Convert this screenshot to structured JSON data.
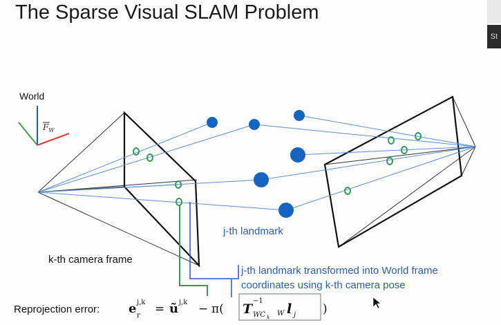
{
  "slide": {
    "title": "The Sparse Visual SLAM Problem",
    "world_label": "World",
    "frame_label": "F",
    "frame_subscript": "W",
    "landmark_label": "j-th landmark",
    "camera_label": "k-th camera frame",
    "transform_note_line1": "j-th landmark transformed into World frame",
    "transform_note_line2": "coordinates using k-th camera pose",
    "reprojection_label": "Reprojection error:",
    "equation": {
      "e": "e",
      "e_sup": "j,k",
      "e_sub": "r",
      "equals": "=",
      "u": "ũ",
      "u_sup": "j,k",
      "minus": "−",
      "pi": "π(",
      "T": "T",
      "T_sup": "−1",
      "T_sub": "WC",
      "T_subsub": "k",
      "l_pre": "W",
      "l": "l",
      "l_sub": "j",
      "close": ")"
    },
    "side_panel_text": "St"
  },
  "colors": {
    "landmark": "#1565c0",
    "ray": "#5a8fd8",
    "observation": "#2e9e5a",
    "annotation": "#2a5fb8",
    "axis_x": "#e53935",
    "axis_y": "#43a047",
    "axis_z": "#1e5bc6"
  }
}
